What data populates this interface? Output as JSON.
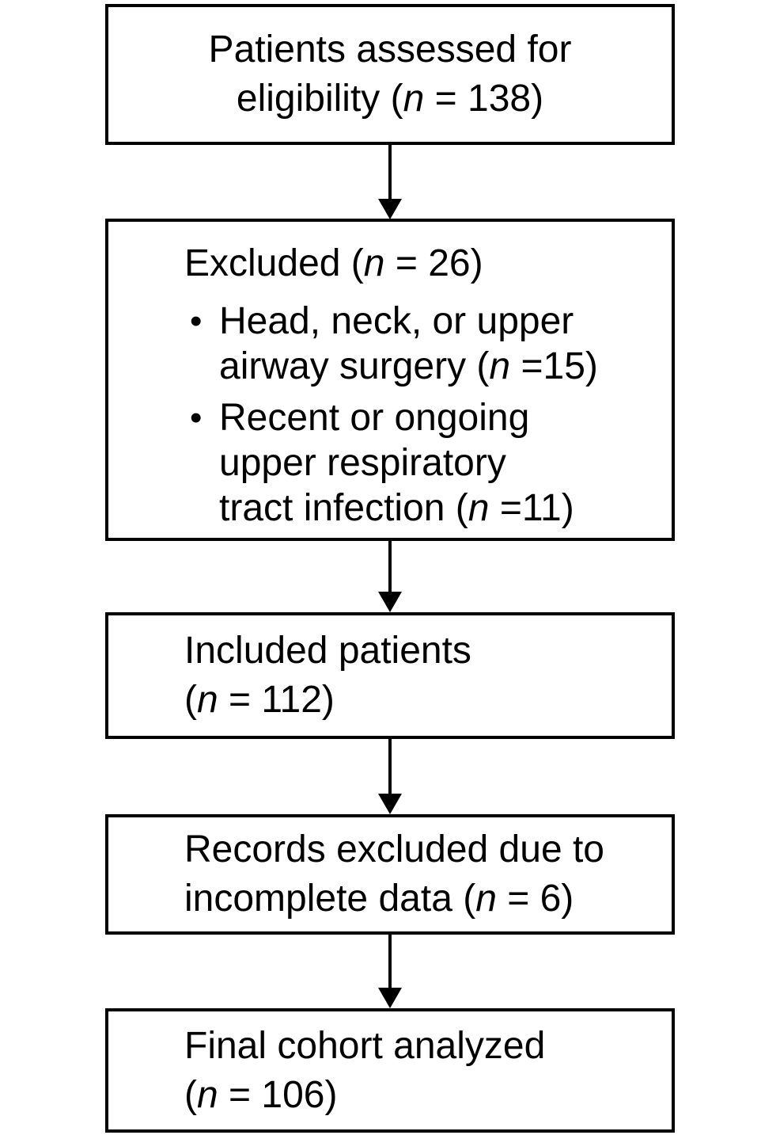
{
  "figure": {
    "type": "patient-flow-diagram",
    "background_color": "#ffffff",
    "box_border_color": "#000000",
    "text_color": "#000000"
  },
  "counts": {
    "assessed": 138,
    "excluded": 26,
    "head_neck_airway_surgery": 15,
    "respiratory_tract_infection": 11,
    "included": 112,
    "records_excluded_incomplete": 6,
    "final_cohort": 106
  },
  "boxes": {
    "assessed": {
      "lines": [
        {
          "pre": "Patients assessed for"
        },
        {
          "pre": "eligibility (",
          "n": "n",
          "post": " = 138)"
        }
      ]
    },
    "excluded": {
      "heading": {
        "pre": "Excluded (",
        "n": "n",
        "post": " = 26)"
      },
      "bullets": [
        {
          "marker": "•",
          "lines": [
            {
              "pre": "Head, neck, or upper"
            },
            {
              "pre": "airway surgery (",
              "n": "n",
              "post": " =15)"
            }
          ]
        },
        {
          "marker": "•",
          "lines": [
            {
              "pre": "Recent or ongoing"
            },
            {
              "pre": "upper respiratory"
            },
            {
              "pre": "tract infection (",
              "n": "n",
              "post": " =11)"
            }
          ]
        }
      ]
    },
    "included": {
      "lines": [
        {
          "pre": "Included patients"
        },
        {
          "pre": "(",
          "n": "n",
          "post": " = 112)"
        }
      ]
    },
    "records_excluded": {
      "lines": [
        {
          "pre": "Records excluded due to"
        },
        {
          "pre": "incomplete data (",
          "n": "n",
          "post": " = 6)"
        }
      ]
    },
    "final_cohort": {
      "lines": [
        {
          "pre": "Final cohort analyzed"
        },
        {
          "pre": "(",
          "n": "n",
          "post": " = 106)"
        }
      ]
    }
  }
}
